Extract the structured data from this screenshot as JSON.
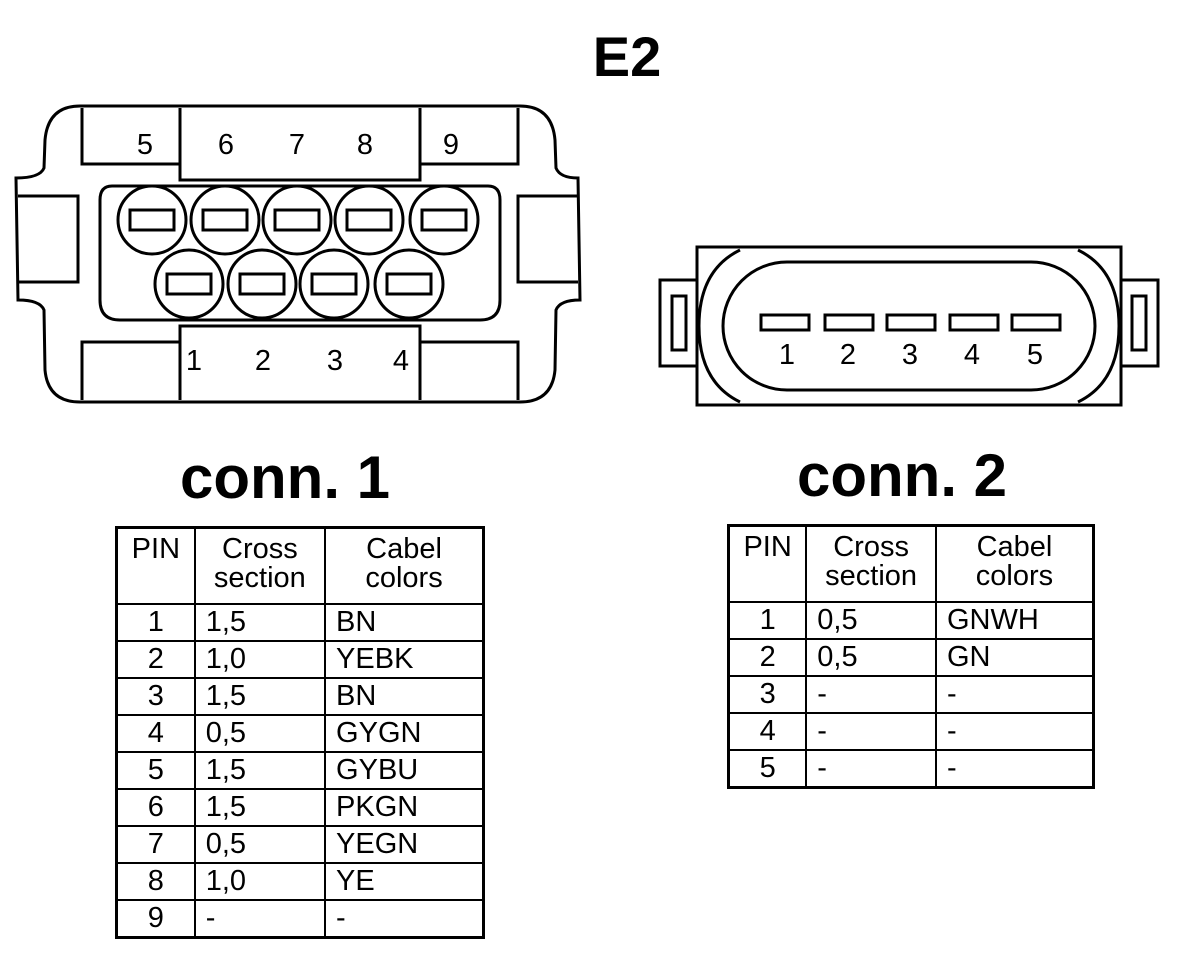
{
  "title": "E2",
  "connector1": {
    "label": "conn. 1",
    "top_pins": [
      "5",
      "6",
      "7",
      "8",
      "9"
    ],
    "bottom_pins": [
      "1",
      "2",
      "3",
      "4"
    ],
    "headers": {
      "pin": "PIN",
      "cross_section": [
        "Cross",
        "section"
      ],
      "colors": [
        "Cabel",
        "colors"
      ]
    },
    "rows": [
      {
        "pin": "1",
        "cross_section": "1,5",
        "color": "BN"
      },
      {
        "pin": "2",
        "cross_section": "1,0",
        "color": "YEBK"
      },
      {
        "pin": "3",
        "cross_section": "1,5",
        "color": "BN"
      },
      {
        "pin": "4",
        "cross_section": "0,5",
        "color": "GYGN"
      },
      {
        "pin": "5",
        "cross_section": "1,5",
        "color": "GYBU"
      },
      {
        "pin": "6",
        "cross_section": "1,5",
        "color": "PKGN"
      },
      {
        "pin": "7",
        "cross_section": "0,5",
        "color": "YEGN"
      },
      {
        "pin": "8",
        "cross_section": "1,0",
        "color": "YE"
      },
      {
        "pin": "9",
        "cross_section": "-",
        "color": "-"
      }
    ]
  },
  "connector2": {
    "label": "conn. 2",
    "pins": [
      "1",
      "2",
      "3",
      "4",
      "5"
    ],
    "headers": {
      "pin": "PIN",
      "cross_section": [
        "Cross",
        "section"
      ],
      "colors": [
        "Cabel",
        "colors"
      ]
    },
    "rows": [
      {
        "pin": "1",
        "cross_section": "0,5",
        "color": "GNWH"
      },
      {
        "pin": "2",
        "cross_section": "0,5",
        "color": "GN"
      },
      {
        "pin": "3",
        "cross_section": "-",
        "color": "-"
      },
      {
        "pin": "4",
        "cross_section": "-",
        "color": "-"
      },
      {
        "pin": "5",
        "cross_section": "-",
        "color": "-"
      }
    ]
  }
}
